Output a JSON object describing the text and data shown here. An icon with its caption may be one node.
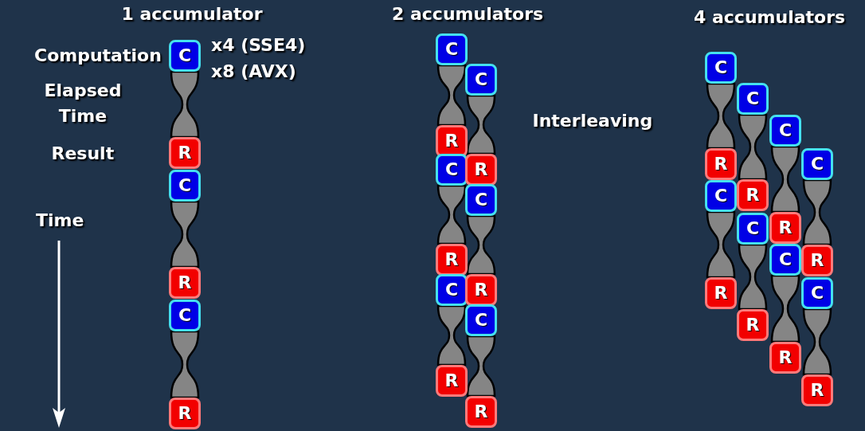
{
  "diagram": {
    "nodes": [
      {
        "text": [
          "C"
        ]
      },
      {
        "text": [
          "R"
        ]
      },
      {
        "text": [
          "C"
        ]
      },
      {
        "text": [
          "R"
        ]
      },
      {
        "text": [
          "C"
        ]
      },
      {
        "text": [
          "R"
        ]
      },
      {
        "text": [
          "C"
        ]
      },
      {
        "text": [
          "R"
        ]
      },
      {
        "text": [
          "C"
        ]
      },
      {
        "text": [
          "R"
        ]
      },
      {
        "text": [
          "C"
        ]
      },
      {
        "text": [
          "R"
        ]
      },
      {
        "text": [
          "C"
        ]
      },
      {
        "text": [
          "R"
        ]
      },
      {
        "text": [
          "C"
        ]
      },
      {
        "text": [
          "R"
        ]
      },
      {
        "text": [
          "C"
        ]
      },
      {
        "text": [
          "R"
        ]
      },
      {
        "text": [
          "C"
        ]
      },
      {
        "text": [
          "R"
        ]
      },
      {
        "text": [
          "C"
        ]
      },
      {
        "text": [
          "R"
        ]
      },
      {
        "text": [
          "C"
        ]
      },
      {
        "text": [
          "R"
        ]
      },
      {
        "text": [
          "C"
        ]
      },
      {
        "text": [
          "R"
        ]
      },
      {
        "text": [
          "C"
        ]
      },
      {
        "text": [
          "R"
        ]
      },
      {
        "text": [
          "C"
        ]
      },
      {
        "text": [
          "R"
        ]
      },
      {
        "text": [
          "C"
        ]
      },
      {
        "text": [
          "R"
        ]
      },
      {
        "text": [
          "C"
        ]
      },
      {
        "text": [
          "R"
        ]
      }
    ],
    "edges": [
      {
        "from": 0,
        "to": 1,
        "arrow": "none"
      },
      {
        "from": 2,
        "to": 3,
        "arrow": "none"
      },
      {
        "from": 4,
        "to": 5,
        "arrow": "none"
      },
      {
        "from": 6,
        "to": 7,
        "arrow": "none"
      },
      {
        "from": 8,
        "to": 9,
        "arrow": "none"
      },
      {
        "from": 10,
        "to": 11,
        "arrow": "none"
      },
      {
        "from": 12,
        "to": 13,
        "arrow": "none"
      },
      {
        "from": 14,
        "to": 15,
        "arrow": "none"
      },
      {
        "from": 16,
        "to": 17,
        "arrow": "none"
      },
      {
        "from": 18,
        "to": 19,
        "arrow": "none"
      },
      {
        "from": 20,
        "to": 21,
        "arrow": "none"
      },
      {
        "from": 22,
        "to": 23,
        "arrow": "none"
      },
      {
        "from": 24,
        "to": 25,
        "arrow": "none"
      },
      {
        "from": 26,
        "to": 27,
        "arrow": "none"
      },
      {
        "from": 28,
        "to": 29,
        "arrow": "none"
      },
      {
        "from": 30,
        "to": 31,
        "arrow": "none"
      },
      {
        "from": 32,
        "to": 33,
        "arrow": "none"
      }
    ],
    "labels": [
      "1 accumulator",
      "2 accumulators",
      "4 accumulators",
      "Computation",
      "x4 (SSE4)",
      "x8 (AVX)",
      "Elapsed Time",
      "Interleaving",
      "Result",
      "Time"
    ]
  }
}
